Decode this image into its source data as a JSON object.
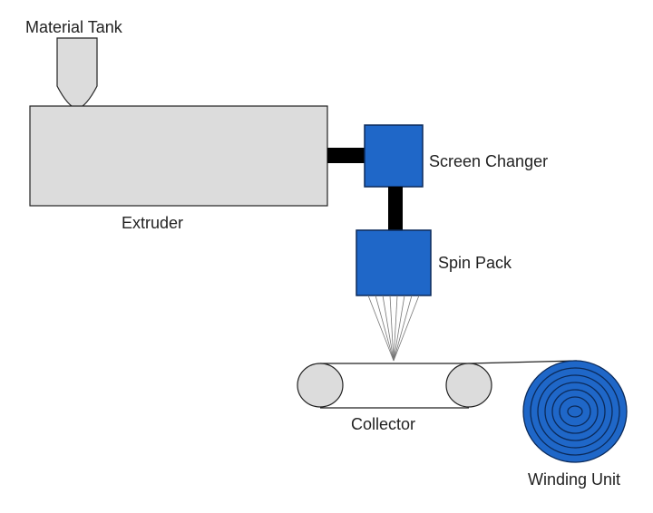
{
  "labels": {
    "material_tank": "Material Tank",
    "extruder": "Extruder",
    "screen_changer": "Screen Changer",
    "spin_pack": "Spin Pack",
    "collector": "Collector",
    "winding_unit": "Winding Unit"
  },
  "colors": {
    "unit_blue": "#1f67c8",
    "unit_blue_border": "#0b2a5a",
    "grey_body": "#dcdcdc",
    "connector": "#000000",
    "outline": "#222222"
  }
}
